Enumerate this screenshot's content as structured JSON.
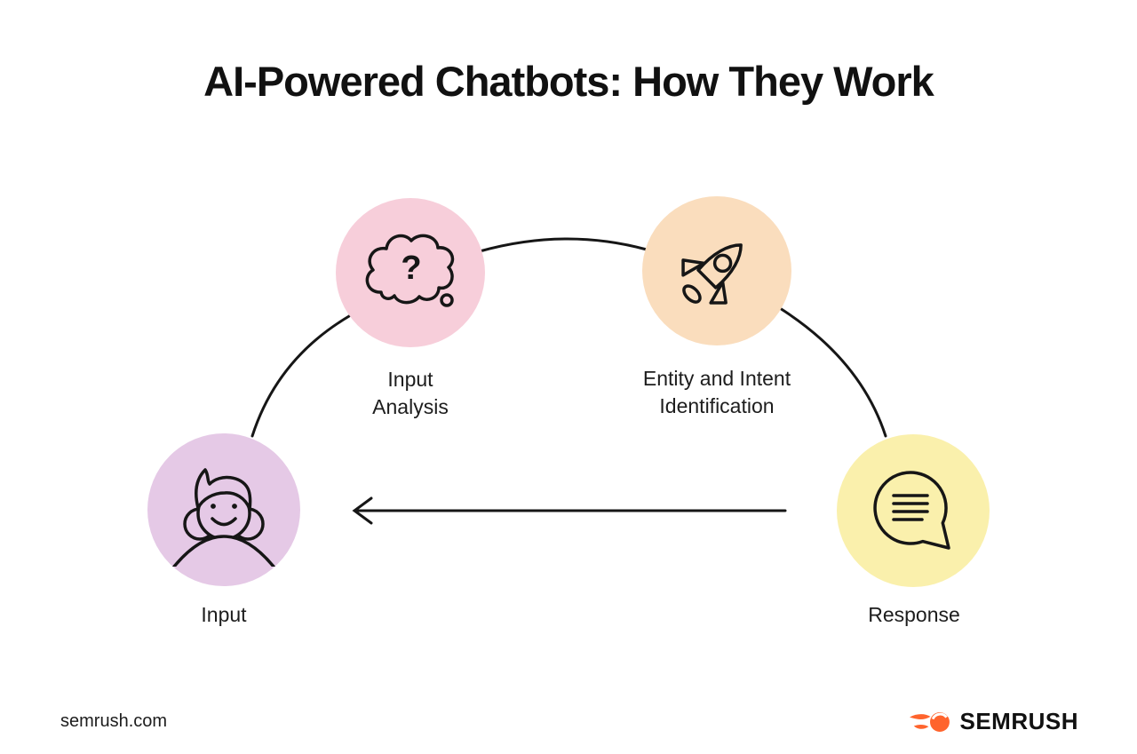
{
  "title": "AI-Powered Chatbots: How They Work",
  "colors": {
    "ink": "#161616",
    "background": "#ffffff",
    "brand_orange": "#FF642D"
  },
  "diagram": {
    "nodes": [
      {
        "id": "input-analysis",
        "label": "Input Analysis",
        "color": "#F7CEDA",
        "icon": "thought-bubble-question-icon",
        "icon_glyph": "?"
      },
      {
        "id": "entity-intent-identification",
        "label": "Entity and Intent Identification",
        "color": "#FADDBD",
        "icon": "rocket-icon"
      },
      {
        "id": "input",
        "label": "Input",
        "color": "#E5C9E6",
        "icon": "person-icon"
      },
      {
        "id": "response",
        "label": "Response",
        "color": "#FAF0AC",
        "icon": "speech-bubble-icon"
      }
    ],
    "flow_order": [
      "Input",
      "Input Analysis",
      "Entity and Intent Identification",
      "Response"
    ]
  },
  "footer": {
    "website": "semrush.com",
    "brand": "SEMRUSH"
  }
}
